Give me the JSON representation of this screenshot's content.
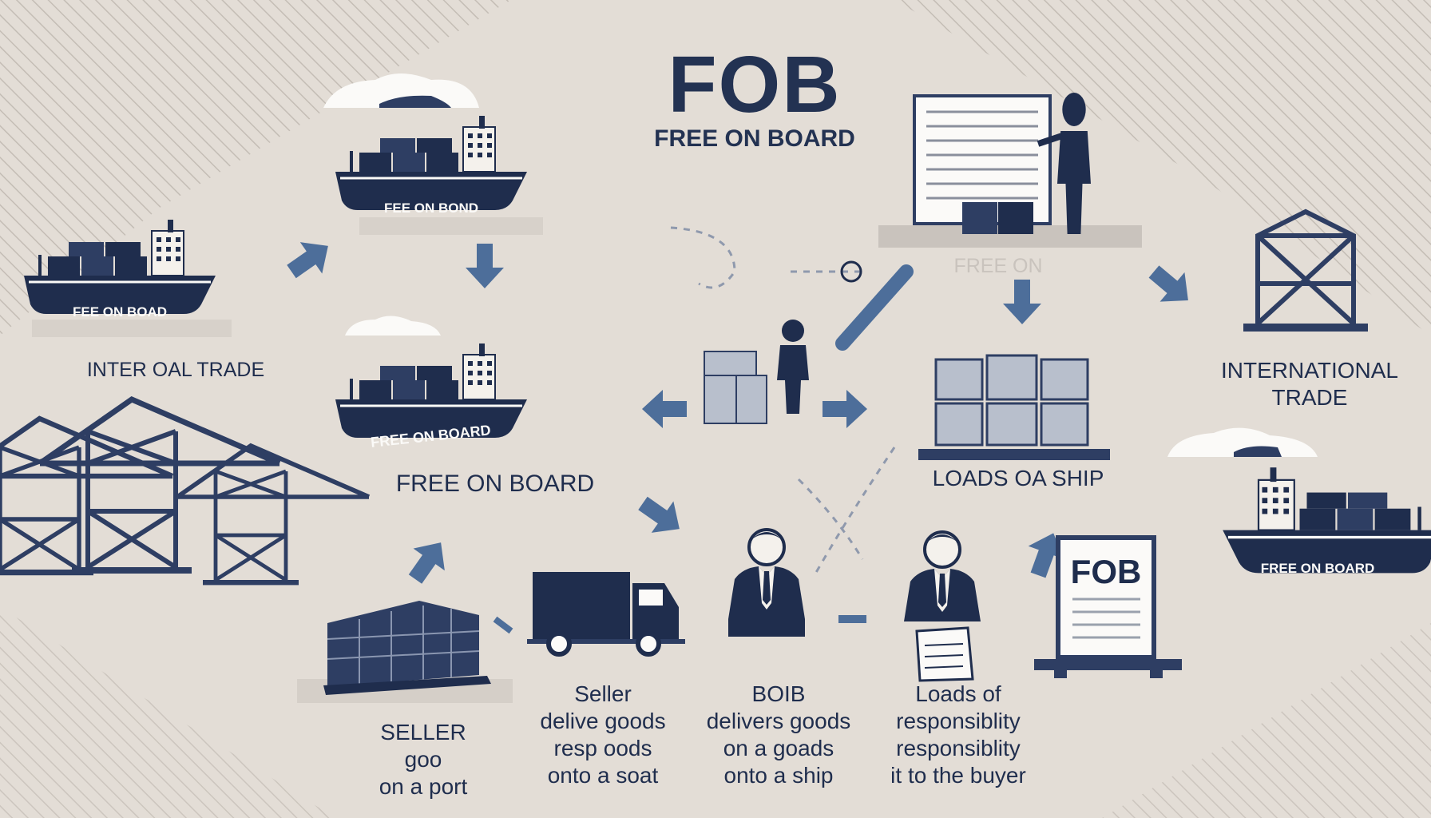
{
  "title": "FOB",
  "subtitle": "FREE ON BOARD",
  "ship_labels": {
    "top_left": "FEE ON BOAD",
    "top_center": "FEE ON BOND",
    "center": "FREE ON BOARD",
    "right": "FREE ON BOARD"
  },
  "labels": {
    "left_trade": "INTER OAL TRADE",
    "right_trade": [
      "INTERNATIONAL",
      "TRADE"
    ],
    "center_caption": "FREE ON BOARD",
    "loads_ship": "LOADS OA SHIP",
    "faint_top": "FREE ON",
    "seller": [
      "SELLER",
      "goo",
      "on a port"
    ],
    "seller_delivers": [
      "Seller",
      "delive goods",
      "resp oods",
      "onto a soat"
    ],
    "bob": [
      "BOIB",
      "delivers goods",
      "on a goads",
      "onto a ship"
    ],
    "loads_of": [
      "Loads of",
      "responsiblity",
      "responsiblity",
      "it to the buyer"
    ]
  },
  "sign": "FOB",
  "colors": {
    "navy": "#1f2d4d",
    "arrow_blue": "#4d6e9a",
    "background": "#e3ddd6",
    "white": "#fbfaf8"
  },
  "icons": [
    "cargo-ship-icon",
    "arrow-icon",
    "gantry-crane-icon",
    "truck-icon",
    "businessman-icon",
    "document-icon",
    "container-pallet-icon",
    "cloud-icon"
  ]
}
